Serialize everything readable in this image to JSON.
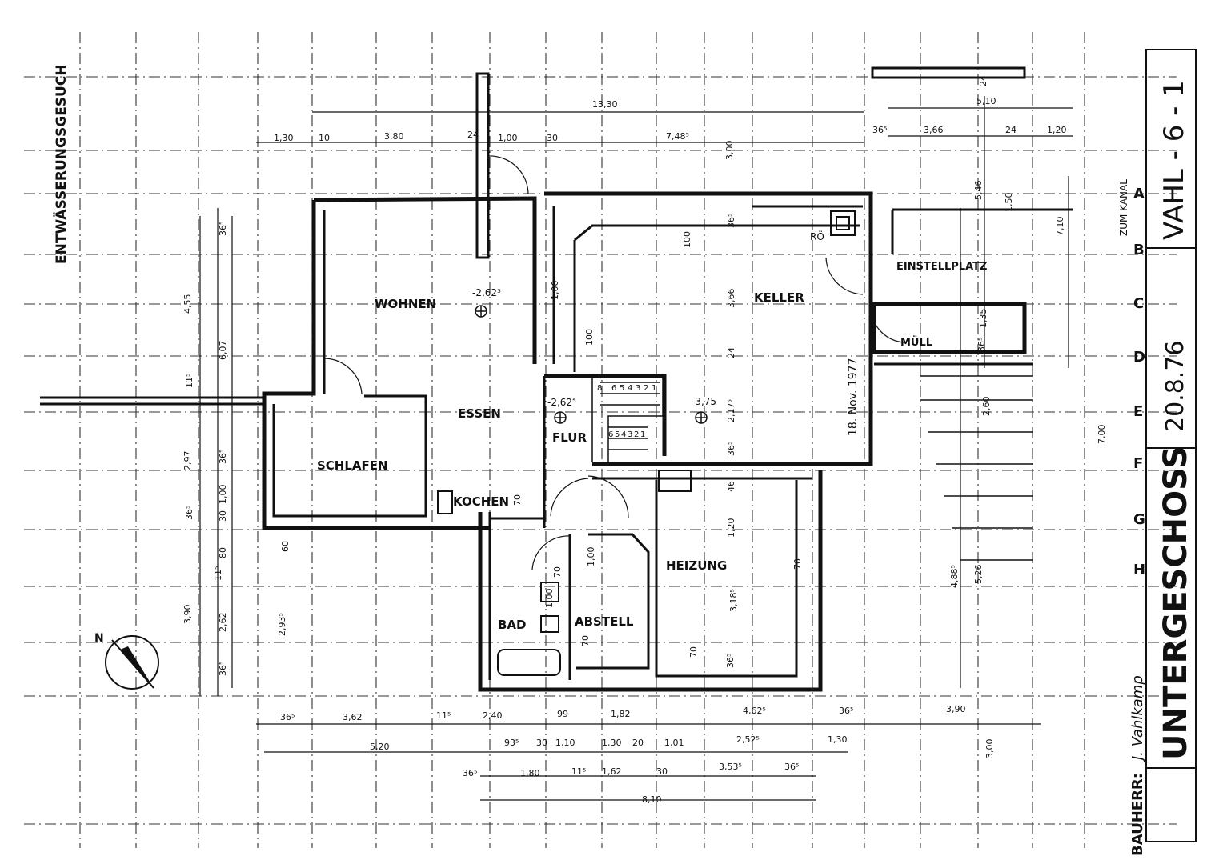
{
  "header": {
    "title": "ENTWÄSSERUNGSGESUCH",
    "floor_name": "UNTERGESCHOSS",
    "sheet_no": "VAHL - 6 - 1",
    "date": "20.8.76",
    "owner_label": "BAUHERR:",
    "owner_name": "J. Vahlkamp"
  },
  "rooms": {
    "wohnen": "WOHNEN",
    "essen": "ESSEN",
    "schlafen": "SCHLAFEN",
    "kochen": "KOCHEN",
    "flur": "FLUR",
    "keller": "KELLER",
    "heizung": "HEIZUNG",
    "bad": "BAD",
    "abstell": "ABSTELL",
    "einstellplatz": "EINSTELLPLATZ",
    "muell": "MÜLL"
  },
  "annotations": {
    "zum_kanal": "ZUM KANAL",
    "roe": "RÖ",
    "level_wohnen": "-2,62⁵",
    "level_flur": "-2,62⁵",
    "level_keller": "-3,75",
    "stamp_date": "18. Nov. 1977"
  },
  "axis_labels": [
    "A",
    "B",
    "C",
    "D",
    "E",
    "F",
    "G",
    "H"
  ],
  "dims_top": [
    "1,30",
    "10",
    "3,80",
    "24",
    "1,00",
    "30",
    "7,48⁵",
    "13,30",
    "36⁵",
    "3,66",
    "24",
    "1,20",
    "5,10",
    "24",
    "3,00"
  ],
  "dims_right": [
    "5,46",
    "1,50",
    "7,10",
    "1,35",
    "2,60",
    "7,00",
    "4,88⁵",
    "5,26",
    "3,00"
  ],
  "dims_left": [
    "4,55",
    "6,07",
    "36⁵",
    "11⁵",
    "2,97",
    "36⁵",
    "1,00",
    "30",
    "36⁵",
    "80",
    "60",
    "11⁵",
    "2,62",
    "2,93⁵",
    "3,90",
    "36⁵"
  ],
  "dims_bottom_row1": [
    "36⁵",
    "3,62",
    "11⁵",
    "2,40",
    "99",
    "1,82",
    "4,62⁵",
    "36⁵",
    "3,90"
  ],
  "dims_bottom_row2": [
    "5,20",
    "93⁵",
    "30",
    "1,10",
    "1,30",
    "20",
    "1,01",
    "2,52⁵",
    "1,30"
  ],
  "dims_bottom_row3": [
    "36⁵",
    "1,80",
    "11⁵",
    "1,62",
    "30",
    "3,53⁵",
    "36⁵"
  ],
  "dims_bottom_total": "8,10",
  "dims_inner": [
    "100",
    "100",
    "1,00",
    "36⁵",
    "3,66",
    "24",
    "2,17⁵",
    "36⁵",
    "46",
    "1,20",
    "70",
    "70",
    "3,18⁵",
    "70",
    "36⁵",
    "70",
    "1,00",
    "70",
    "1,00",
    "36⁵"
  ],
  "stair_labels": [
    "8",
    "6",
    "5",
    "4",
    "3",
    "2",
    "1",
    "6",
    "5",
    "4",
    "3",
    "2",
    "1"
  ],
  "north_label": "N"
}
